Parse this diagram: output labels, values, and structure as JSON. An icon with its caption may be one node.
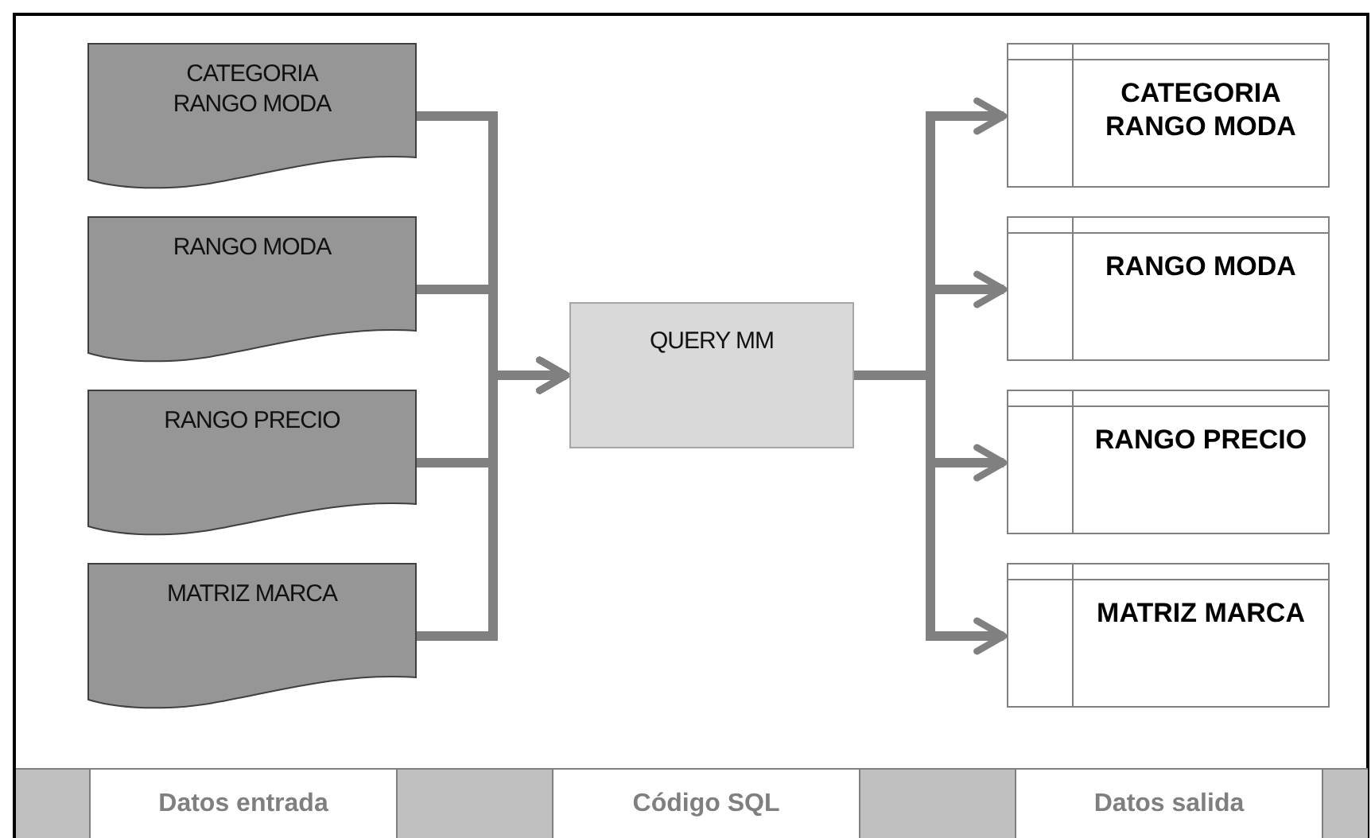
{
  "diagram": {
    "nodes": [
      {
        "text": [
          "CATEGORIA RANGO MODA"
        ]
      },
      {
        "text": [
          "RANGO MODA"
        ]
      },
      {
        "text": [
          "RANGO PRECIO"
        ]
      },
      {
        "text": [
          "MATRIZ MARCA"
        ]
      },
      {
        "text": [
          "QUERY MM"
        ]
      },
      {
        "text": [
          "CATEGORIA RANGO MODA"
        ]
      },
      {
        "text": [
          "RANGO MODA"
        ]
      },
      {
        "text": [
          "RANGO PRECIO"
        ]
      },
      {
        "text": [
          "MATRIZ MARCA"
        ]
      },
      {
        "text": [
          "Datos entrada"
        ]
      },
      {
        "text": [
          "Código SQL"
        ]
      },
      {
        "text": [
          "Datos salida"
        ]
      }
    ],
    "edges": [
      {
        "from": 0,
        "to": 4,
        "arrow": "to"
      },
      {
        "from": 1,
        "to": 4,
        "arrow": "to"
      },
      {
        "from": 2,
        "to": 4,
        "arrow": "to"
      },
      {
        "from": 3,
        "to": 4,
        "arrow": "to"
      },
      {
        "from": 4,
        "to": 5,
        "arrow": "to"
      },
      {
        "from": 4,
        "to": 6,
        "arrow": "to"
      },
      {
        "from": 4,
        "to": 7,
        "arrow": "to"
      },
      {
        "from": 4,
        "to": 8,
        "arrow": "to"
      }
    ]
  }
}
